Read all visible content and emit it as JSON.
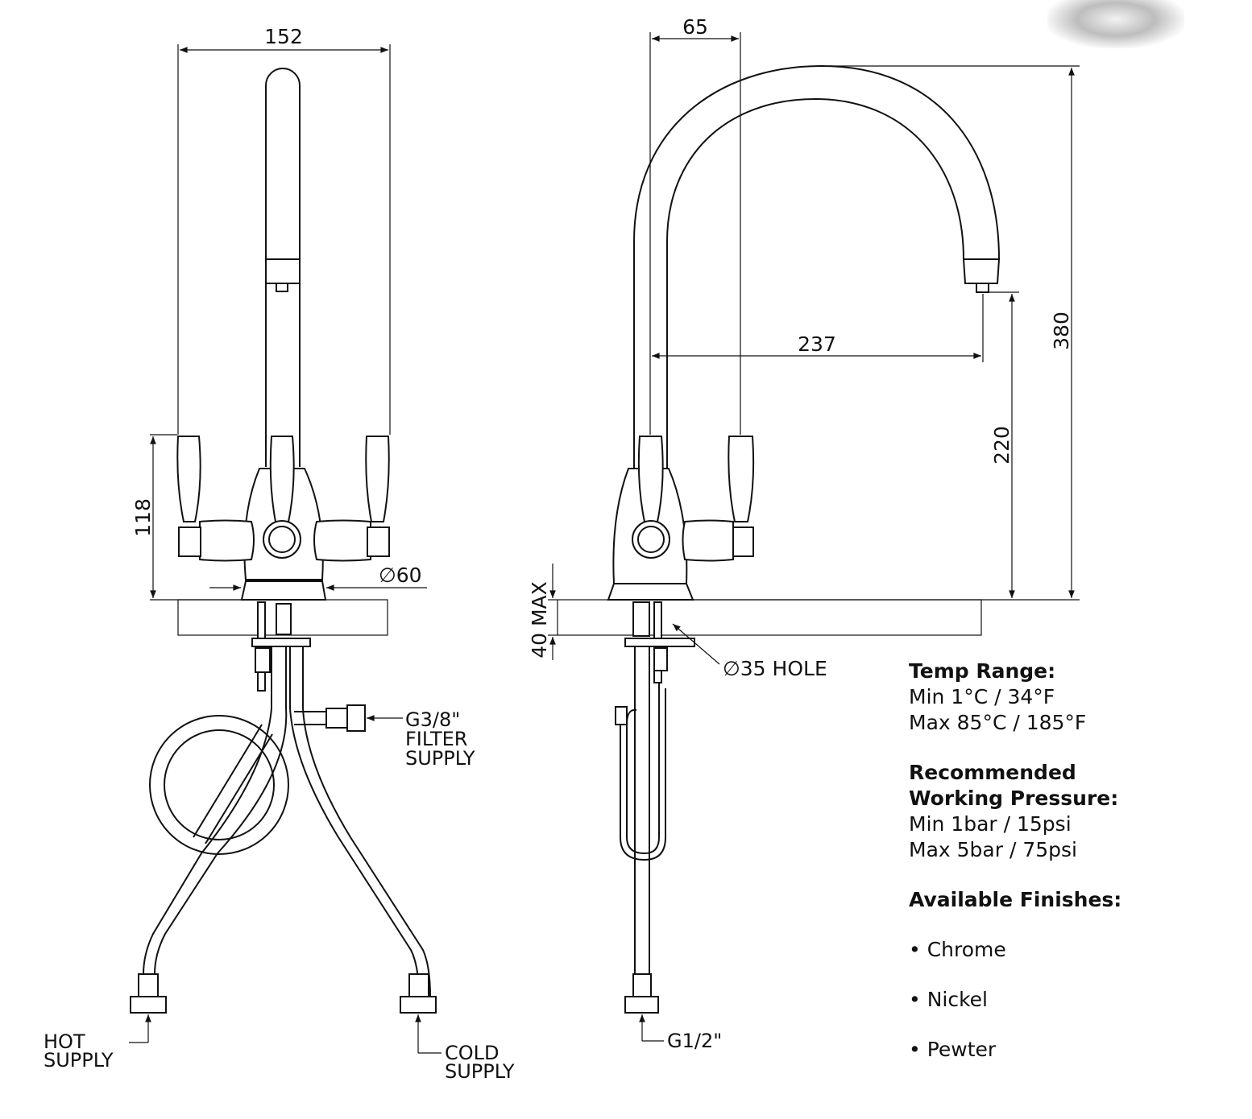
{
  "dimensions": {
    "overall_width": "152",
    "lever_height": "118",
    "base_diameter": "60",
    "spout_offset": "65",
    "spout_reach": "237",
    "spout_clearance": "220",
    "overall_height": "380",
    "max_deck_thickness": "40 MAX",
    "hole_size": "35 HOLE",
    "diameter_symbol": "∅"
  },
  "labels": {
    "hot_supply": [
      "HOT",
      "SUPPLY"
    ],
    "cold_supply": [
      "COLD",
      "SUPPLY"
    ],
    "filter_supply": [
      "G3/8\"",
      "FILTER",
      "SUPPLY"
    ],
    "connection": "G1/2\""
  },
  "specs": {
    "temp_title": "Temp Range:",
    "temp_min": "Min 1°C / 34°F",
    "temp_max": "Max 85°C / 185°F",
    "pressure_title_1": "Recommended",
    "pressure_title_2": "Working Pressure:",
    "pressure_min": "Min 1bar / 15psi",
    "pressure_max": "Max 5bar / 75psi",
    "finishes_title": "Available Finishes:",
    "finishes": [
      "• Chrome",
      "• Nickel",
      "• Pewter"
    ]
  }
}
